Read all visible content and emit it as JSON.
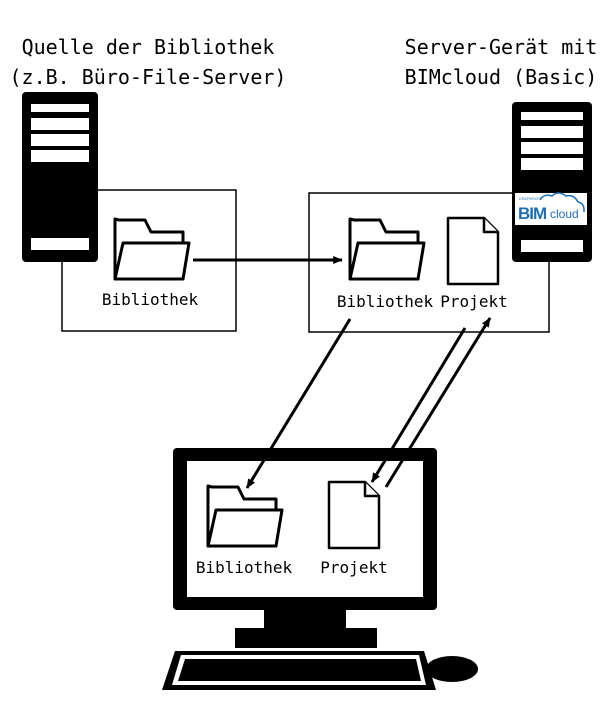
{
  "source": {
    "title_line1": "Quelle der Bibliothek",
    "title_line2": "(z.B. Büro-File-Server)",
    "folder_label": "Bibliothek"
  },
  "server": {
    "title_line1": "Server-Gerät mit",
    "title_line2": "BIMcloud (Basic)",
    "folder_label": "Bibliothek",
    "file_label": "Projekt",
    "logo_small_text": "GRAPHISOFT",
    "logo_text_bim": "BIM",
    "logo_text_cloud": "cloud"
  },
  "workstation": {
    "folder_label": "Bibliothek",
    "file_label": "Projekt"
  },
  "colors": {
    "stroke": "#000000",
    "background": "#ffffff",
    "logo_blue": "#1f6fb4"
  },
  "icons": {
    "source_server": "tower-server-icon",
    "bimcloud_server": "tower-server-icon",
    "folder": "folder-icon",
    "document": "document-icon",
    "computer": "desktop-computer-icon",
    "keyboard": "keyboard-icon",
    "mouse": "mouse-icon"
  }
}
